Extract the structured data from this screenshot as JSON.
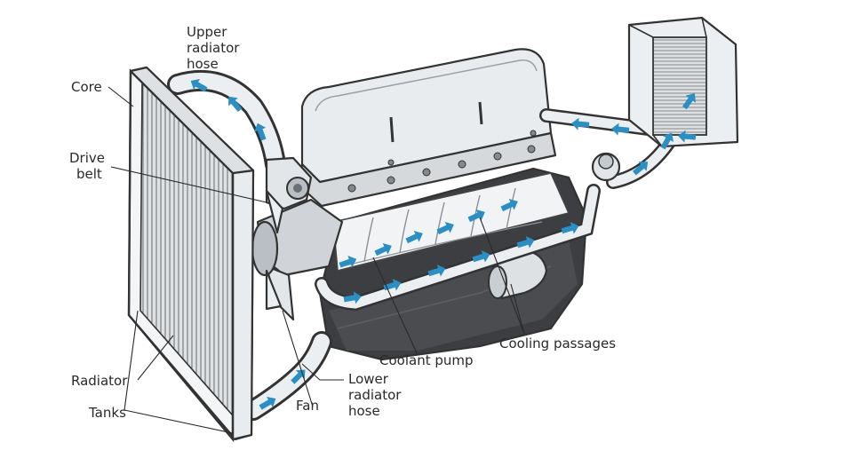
{
  "labels": {
    "upper_hose_l1": "Upper",
    "upper_hose_l2": "radiator",
    "upper_hose_l3": "hose",
    "core": "Core",
    "drive_belt_l1": "Drive",
    "drive_belt_l2": "belt",
    "radiator": "Radiator",
    "tanks": "Tanks",
    "fan": "Fan",
    "lower_hose_l1": "Lower",
    "lower_hose_l2": "radiator",
    "lower_hose_l3": "hose",
    "coolant_pump": "Coolant pump",
    "cooling_passages": "Cooling passages"
  },
  "colors": {
    "flow_arrow": "#2b8fc4",
    "metal_light": "#e9ecee",
    "metal_mid": "#c9ced2",
    "block_dark": "#3c3e41",
    "outline": "#333333"
  }
}
